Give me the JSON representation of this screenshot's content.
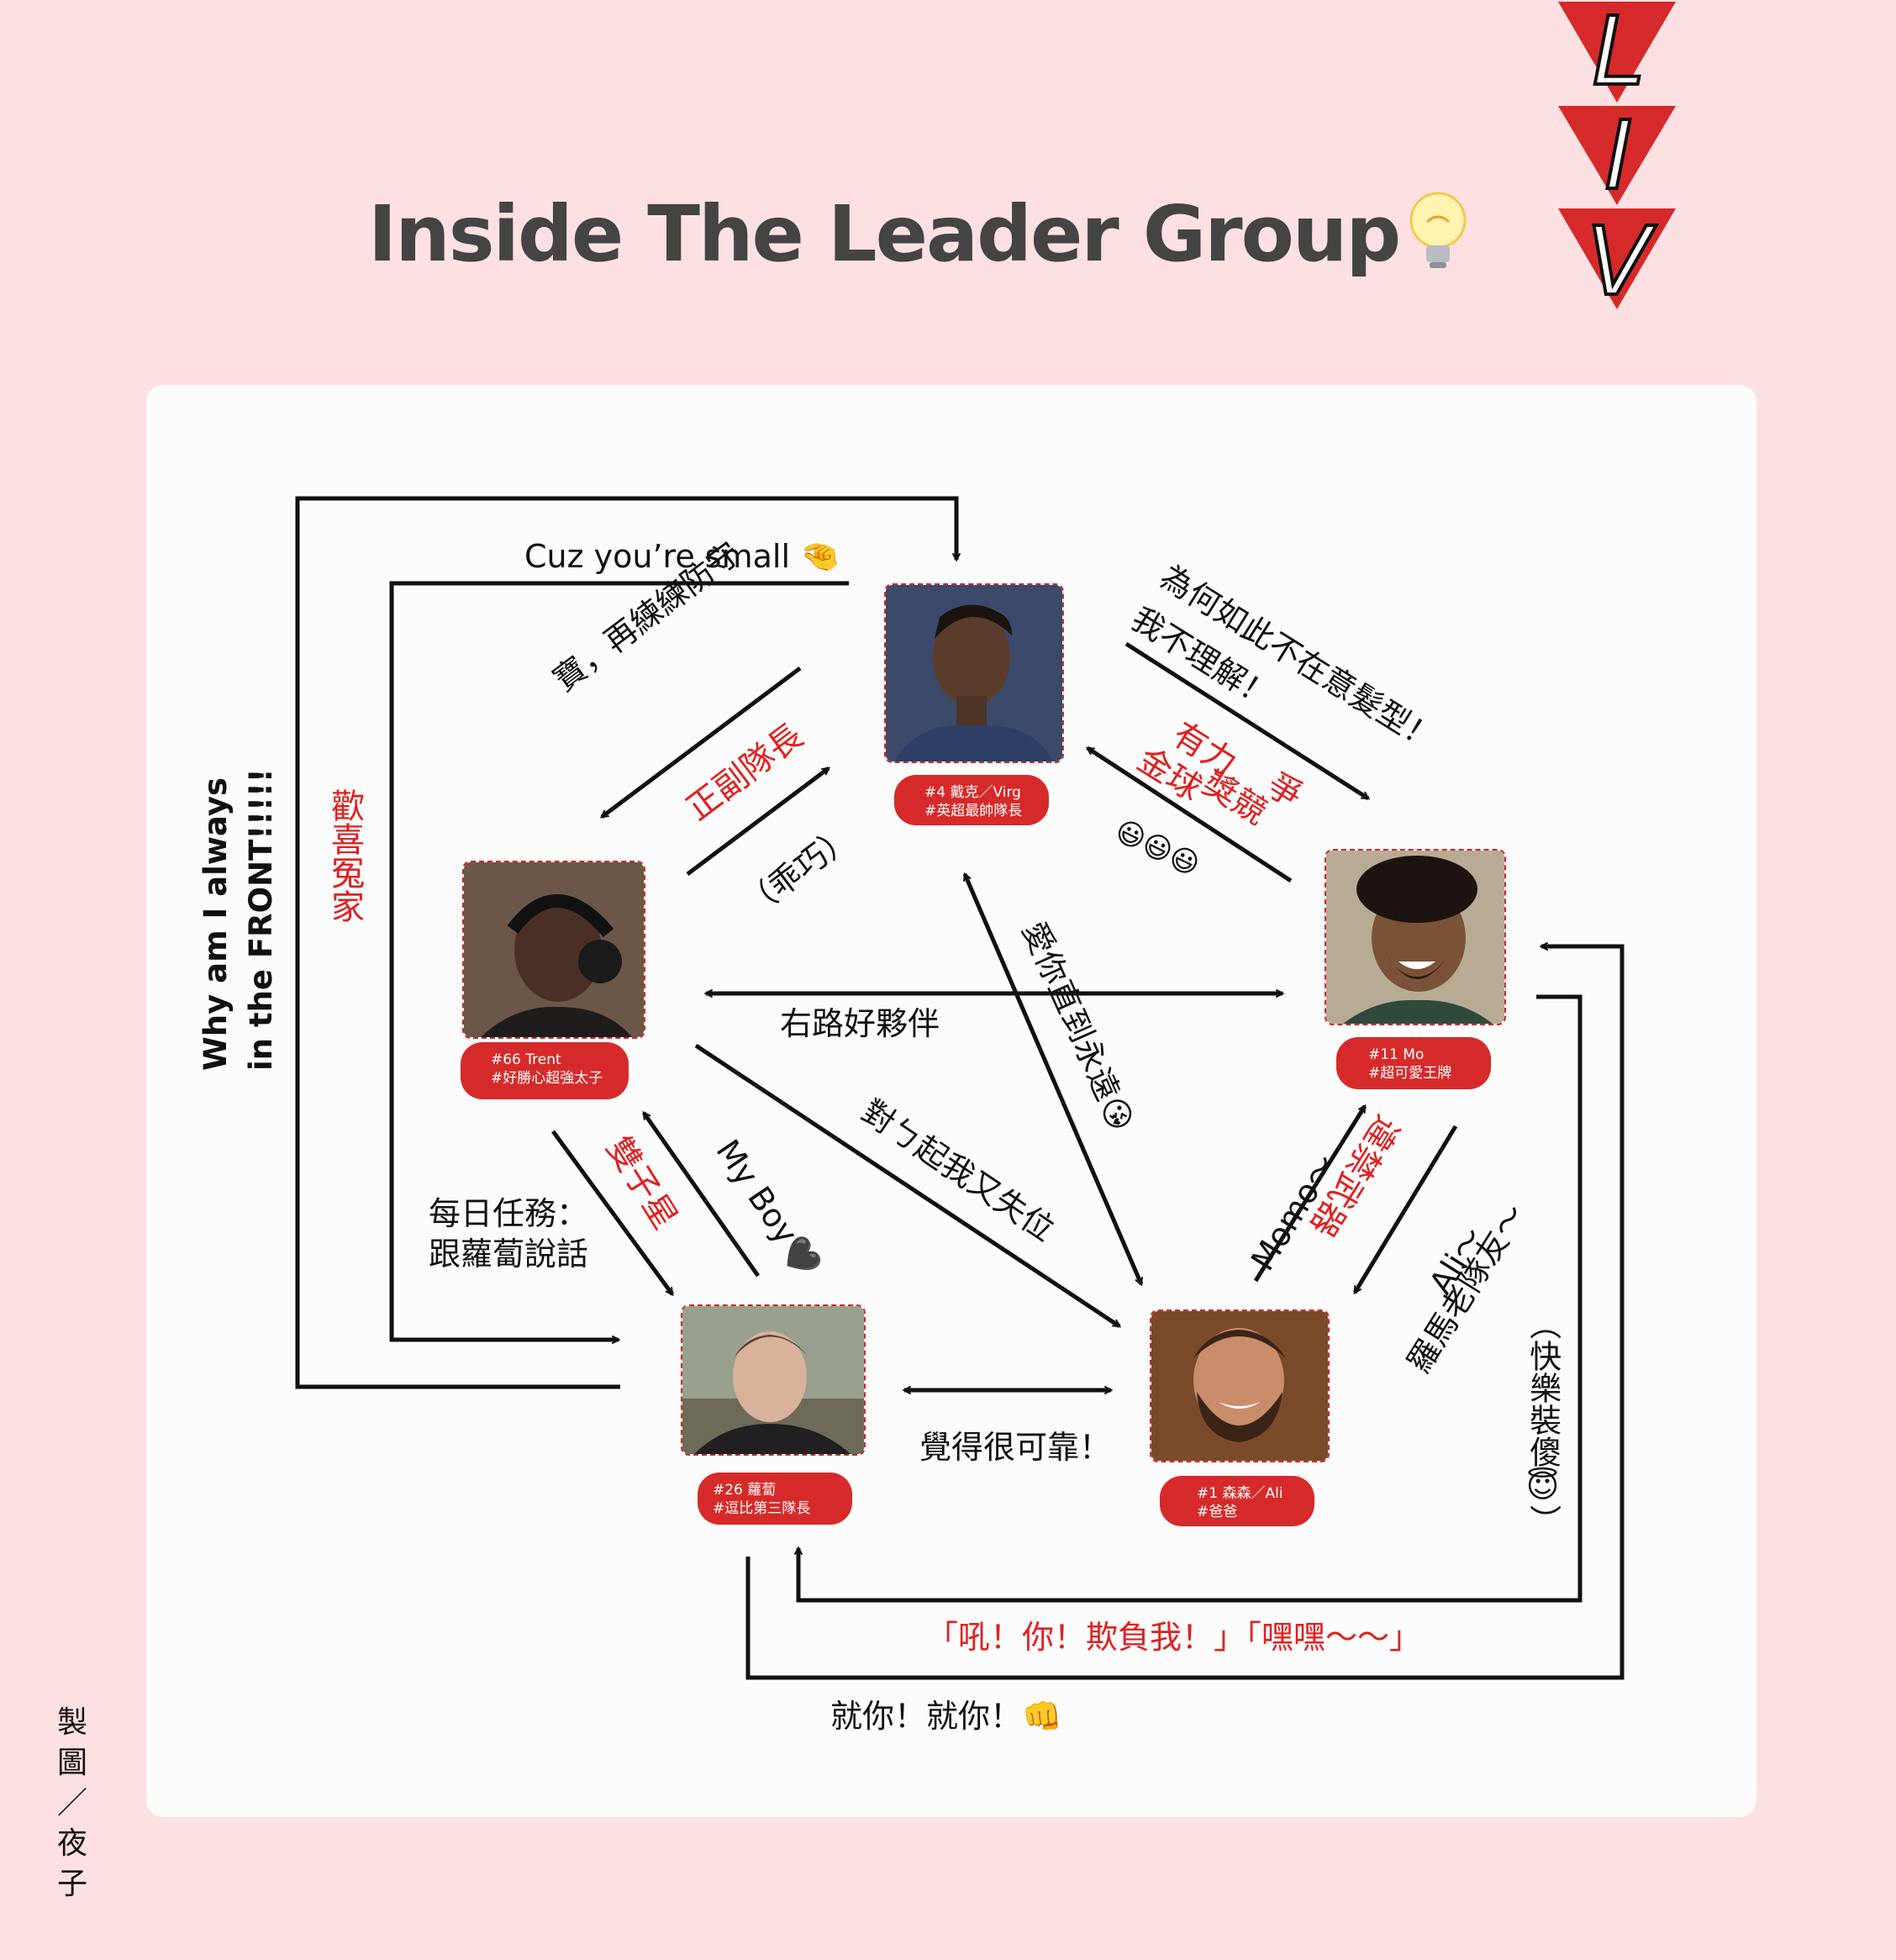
{
  "title": "Inside The Leader Group",
  "title_icon": "lightbulb-icon",
  "badge": {
    "letters": [
      "L",
      "I",
      "V"
    ],
    "color": "#d62a2a"
  },
  "colors": {
    "background": "#fde0e2",
    "panel": "#fcfcfc",
    "accent": "#d62a2a",
    "text": "#111111"
  },
  "players": {
    "virg": {
      "number_name": "#4 戴克／Virg",
      "nickname": "#英超最帥隊長"
    },
    "trent": {
      "number_name": "#66 Trent",
      "nickname": "#好勝心超強太子"
    },
    "mo": {
      "number_name": "#11 Mo",
      "nickname": "#超可愛王牌"
    },
    "robbo": {
      "number_name": "#26 蘿蔔",
      "nickname": "#逗比第三隊長"
    },
    "ali": {
      "number_name": "#1 森森／Ali",
      "nickname": "#爸爸"
    }
  },
  "edges": {
    "cuz_small": "Cuz you’re small 🤏",
    "bao_practice": "寶，再練練防守",
    "vice_captain": "正副隊長",
    "guaiqiao": "（乖巧）",
    "why_hair_1": "為何如此不在意髮型！",
    "why_hair_2": "我不理解！",
    "golden_boot_1": "金球",
    "golden_boot_2": "有力",
    "golden_boot_3": "獎競",
    "golden_boot_4": "爭",
    "smileys": "😃😃😃",
    "rival_fans": "歡喜冤家",
    "why_front_1": "Why am I always",
    "why_front_2": "in the FRONT!!!!!",
    "right_partner": "右路好夥伴",
    "love_forever": "愛你直到永遠😘",
    "sorry_lost_pos": "對ㄅ起我又失位",
    "twins": "雙子星",
    "my_boy": "My Boy🖤",
    "daily_task_1": "每日任務：",
    "daily_task_2": "跟蘿蔔說話",
    "momo": "Momo～",
    "banned_weapon": "違禁武器",
    "ali_1": "Ali～",
    "ali_2": "羅馬老隊友～",
    "happy_silly": "（快樂裝傻😇）",
    "reliable": "覺得很可靠！",
    "bully": "「吼！你！欺負我！」「嘿嘿～～」",
    "just_you": "就你！就你！👊"
  },
  "credit": [
    "製",
    "圖",
    "／",
    "夜",
    "子"
  ]
}
